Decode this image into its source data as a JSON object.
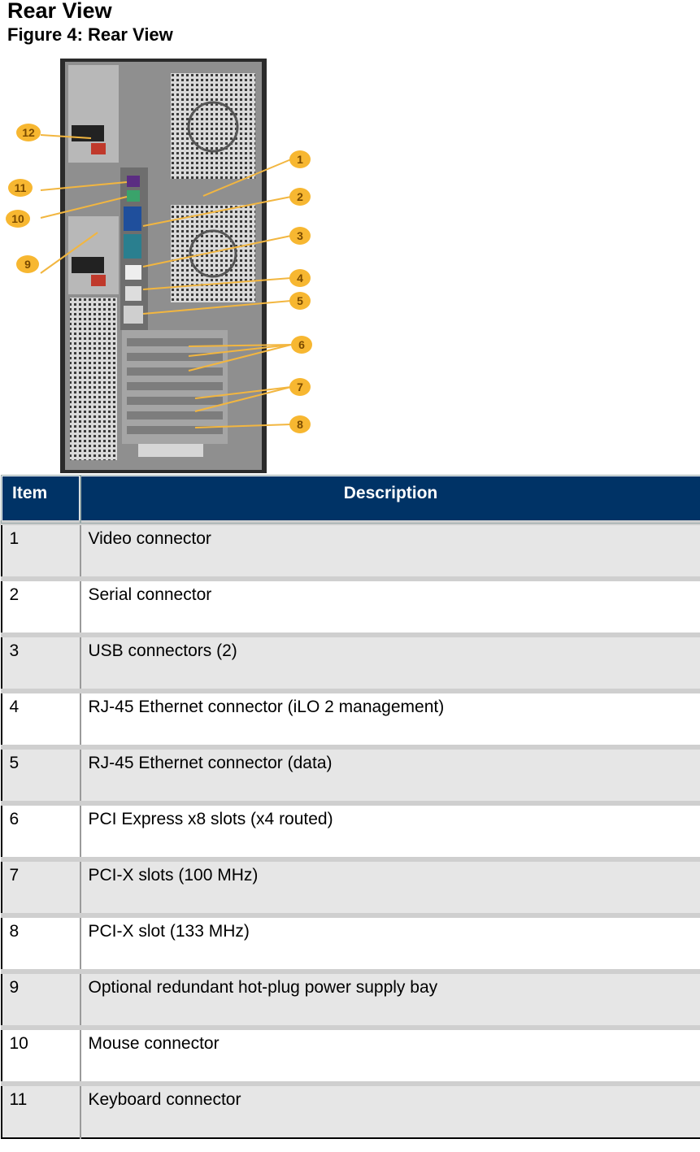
{
  "page": {
    "title": "Rear View",
    "figure_caption": "Figure 4: Rear View"
  },
  "figure": {
    "callouts": [
      "1",
      "2",
      "3",
      "4",
      "5",
      "6",
      "7",
      "8",
      "9",
      "10",
      "11",
      "12"
    ],
    "colors": {
      "callout": "#f7b731",
      "chassis": "#2b2b2b",
      "panel": "#9a9a9a"
    }
  },
  "table": {
    "headers": {
      "item": "Item",
      "description": "Description"
    },
    "header_color": "#003366",
    "rows": [
      {
        "item": "1",
        "description": "Video connector"
      },
      {
        "item": "2",
        "description": "Serial connector"
      },
      {
        "item": "3",
        "description": "USB connectors (2)"
      },
      {
        "item": "4",
        "description": "RJ-45 Ethernet connector (iLO 2 management)"
      },
      {
        "item": "5",
        "description": "RJ-45 Ethernet connector (data)"
      },
      {
        "item": "6",
        "description": "PCI Express x8 slots (x4 routed)"
      },
      {
        "item": "7",
        "description": "PCI-X slots (100 MHz)"
      },
      {
        "item": "8",
        "description": "PCI-X slot (133 MHz)"
      },
      {
        "item": "9",
        "description": "Optional redundant hot-plug power supply bay"
      },
      {
        "item": "10",
        "description": "Mouse connector"
      },
      {
        "item": "11",
        "description": "Keyboard connector"
      }
    ]
  }
}
